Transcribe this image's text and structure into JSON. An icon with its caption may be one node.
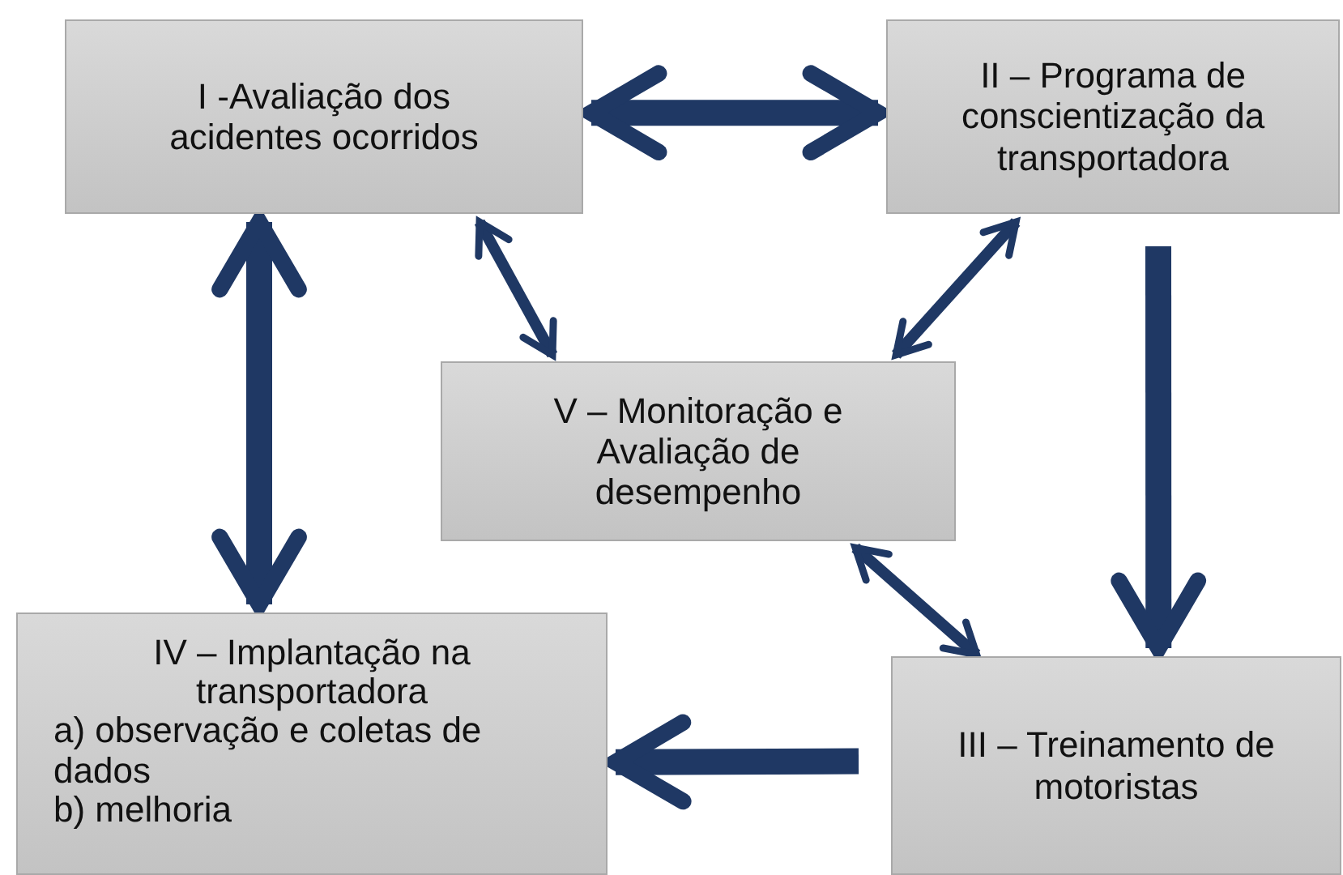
{
  "diagram": {
    "nodes": [
      {
        "text": [
          "I -Avaliação dos acidentes ocorridos"
        ]
      },
      {
        "text": [
          "II – Programa de conscientização da transportadora"
        ]
      },
      {
        "text": [
          "V – Monitoração e Avaliação de desempenho"
        ]
      },
      {
        "text": [
          "IV – Implantação na transportadora",
          "a) observação e coletas de dados",
          "b) melhoria"
        ]
      },
      {
        "text": [
          "III – Treinamento de motoristas"
        ]
      }
    ],
    "edges": [
      {
        "from": 0,
        "to": 1,
        "arrow": "both"
      },
      {
        "from": 0,
        "to": 3,
        "arrow": "both"
      },
      {
        "from": 1,
        "to": 4,
        "arrow": "to"
      },
      {
        "from": 4,
        "to": 3,
        "arrow": "to"
      },
      {
        "from": 0,
        "to": 2,
        "arrow": "both"
      },
      {
        "from": 1,
        "to": 2,
        "arrow": "both"
      },
      {
        "from": 2,
        "to": 4,
        "arrow": "both"
      }
    ]
  }
}
